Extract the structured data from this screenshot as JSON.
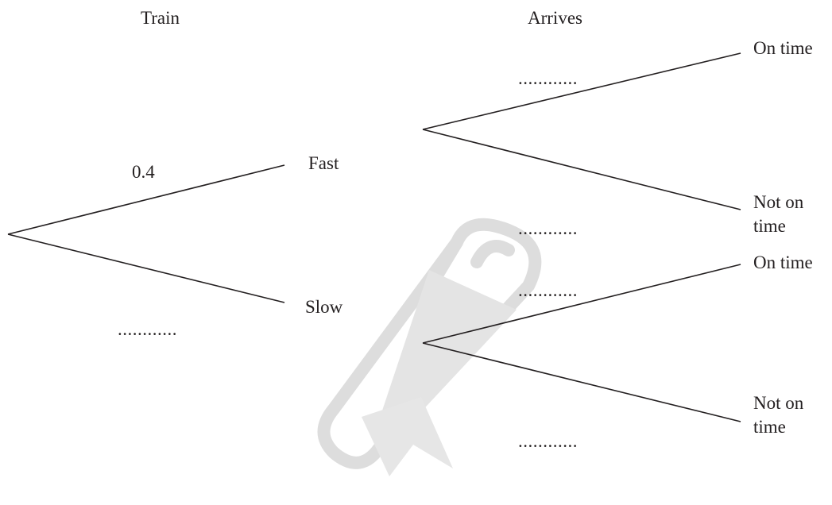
{
  "headers": {
    "stage1": "Train",
    "stage2": "Arrives"
  },
  "first_branch": {
    "upper": {
      "outcome": "Fast",
      "probability": "0.4"
    },
    "lower": {
      "outcome": "Slow",
      "probability": "............"
    }
  },
  "fast_branch": {
    "upper": {
      "outcome": "On time",
      "probability": "............"
    },
    "lower": {
      "outcome_line1": "Not on",
      "outcome_line2": "time",
      "probability": "............"
    }
  },
  "slow_branch": {
    "upper": {
      "outcome": "On time",
      "probability": "............"
    },
    "lower": {
      "outcome_line1": "Not on",
      "outcome_line2": "time",
      "probability": "............"
    }
  },
  "colors": {
    "ink": "#231f20",
    "watermark": "#dcdcdc"
  },
  "watermark_icon": "scroll-icon"
}
